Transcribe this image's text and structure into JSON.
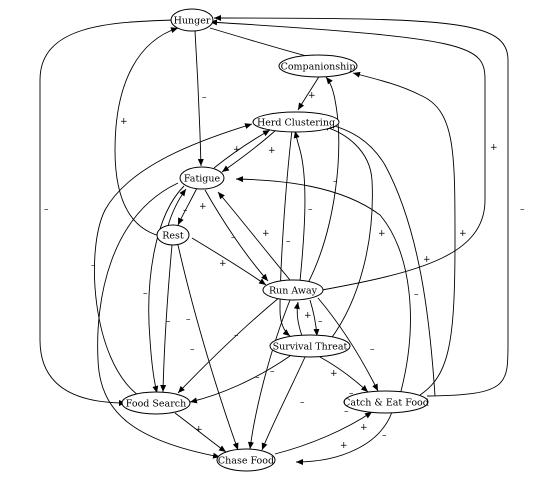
{
  "nodes": {
    "hunger": "Hunger",
    "companionship": "Companionship",
    "herd_clustering": "Herd Clustering",
    "fatigue": "Fatigue",
    "rest": "Rest",
    "run_away": "Run Away",
    "survival_threat": "Survival Threat",
    "food_search": "Food Search",
    "catch_eat_food": "Catch & Eat Food",
    "chase_food": "Chase Food"
  },
  "signs": {
    "s01": "–",
    "s02": "+",
    "s03": "–",
    "s04": "+",
    "s05": "+",
    "s06": "–",
    "s07": "+",
    "s08": "+",
    "s09": "+",
    "s10": "–",
    "s11": "–",
    "s12": "–",
    "s13": "+",
    "s14": "–",
    "s15": "+",
    "s16": "–",
    "s17": "–",
    "s18": "–",
    "s19": "+",
    "s20": "+",
    "s21": "+",
    "s22": "–",
    "s23": "+",
    "s24": "–",
    "s25": "–",
    "s26": "–",
    "s27": "–",
    "s28": "–",
    "s29": "–",
    "s30": "–",
    "s31": "+",
    "s32": "–",
    "s33": "+",
    "s34": "–",
    "s35": "–",
    "s36": "+",
    "s37": "+",
    "s38": "–",
    "s39": "–"
  }
}
